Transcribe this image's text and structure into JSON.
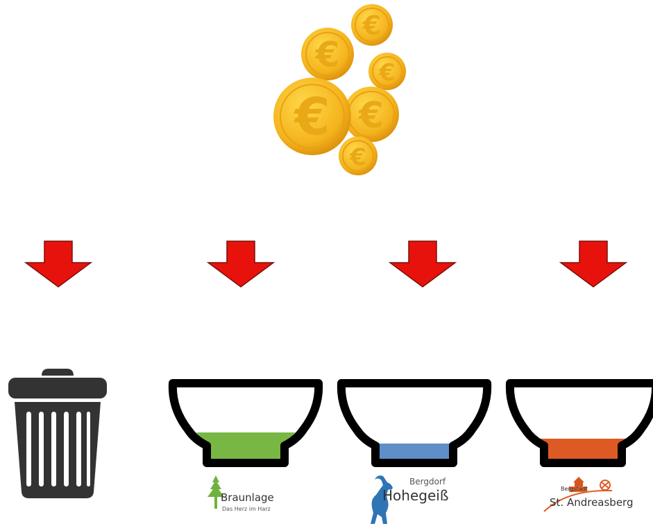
{
  "colors": {
    "arrow": "#e8120c",
    "arrow_outline": "#7a0f0a",
    "coin": "#f4b41d",
    "bowl_outline": "#000000",
    "trash": "#333333",
    "braunlage_fill": "#79b745",
    "hohegeiss_fill": "#5f8fc9",
    "andreasberg_fill": "#de5a24"
  },
  "icons": {
    "coins": "euro-coins-icon",
    "arrow": "arrow-down-icon",
    "trash": "trash-bin-icon",
    "bowl": "bowl-icon",
    "tree": "tree-icon",
    "ibex": "ibex-icon",
    "church": "church-icon"
  },
  "coin_symbol": "€",
  "bowls": [
    {
      "name": "braunlage",
      "fill_level": 0.3,
      "logo": {
        "line1": "Braunlage",
        "line2": "Das Herz im Harz"
      }
    },
    {
      "name": "hohegeiss",
      "fill_level": 0.2,
      "logo": {
        "line1": "Bergdorf",
        "line2": "Hohegeiß"
      }
    },
    {
      "name": "st-andreasberg",
      "fill_level": 0.25,
      "logo": {
        "line1": "Bergstadt",
        "line2": "St. Andreasberg"
      }
    }
  ]
}
